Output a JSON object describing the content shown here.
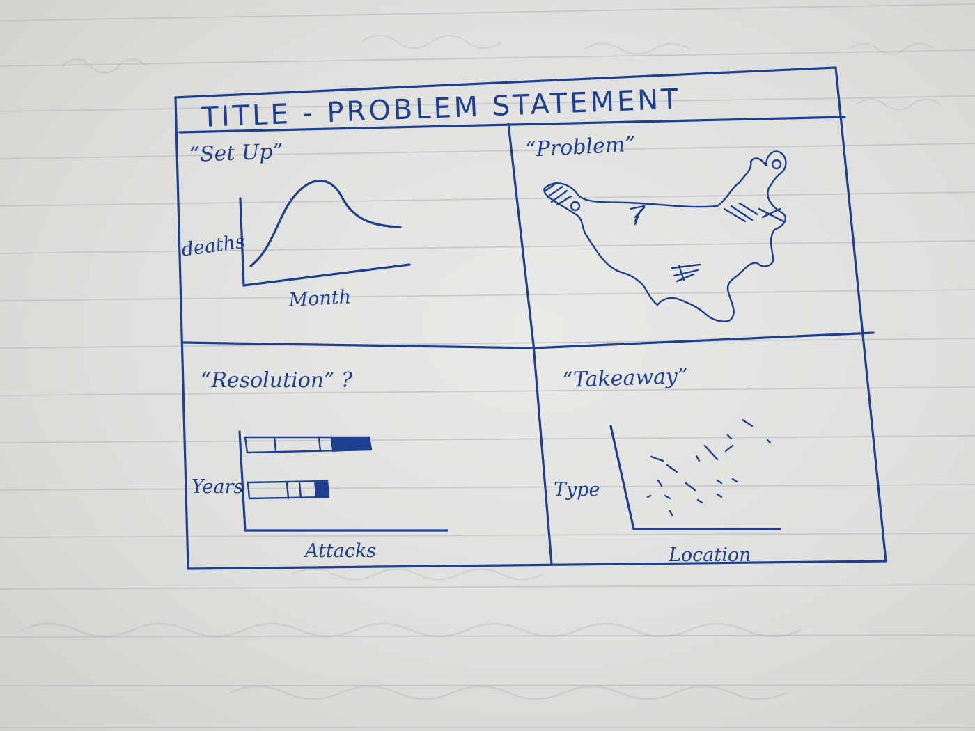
{
  "title": "TITLE - PROBLEM STATEMENT",
  "panels": {
    "setup": {
      "heading": "“Set Up”",
      "ylabel": "deaths",
      "xlabel": "Month"
    },
    "problem": {
      "heading": "“Problem”"
    },
    "resolution": {
      "heading": "“Resolution” ?",
      "ylabel": "Years",
      "xlabel": "Attacks"
    },
    "takeaway": {
      "heading": "“Takeaway”",
      "ylabel": "Type",
      "xlabel": "Location"
    }
  },
  "colors": {
    "ink": "#1e3f8f",
    "paper": "#e6e7e4",
    "rule_lines": "#b9bcc4"
  }
}
